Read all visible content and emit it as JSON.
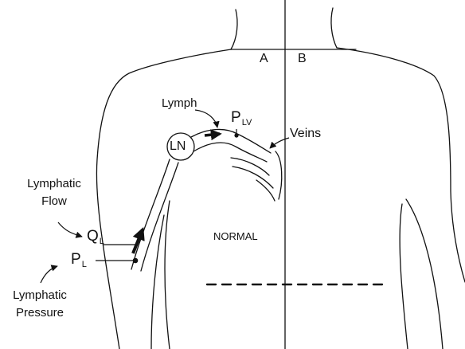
{
  "diagram": {
    "line_color": "#111111",
    "background": "#ffffff",
    "labels": {
      "side_a": "A",
      "side_b": "B",
      "lymph": "Lymph",
      "lymph_node": "LN",
      "plv_main": "P",
      "plv_sub": "LV",
      "veins": "Veins",
      "lymphatic_flow": "Lymphatic\nFlow",
      "ql_main": "Q",
      "ql_sub": "L",
      "pl_main": "P",
      "pl_sub": "L",
      "lymphatic_pressure": "Lymphatic\nPressure",
      "normal": "NORMAL"
    }
  }
}
